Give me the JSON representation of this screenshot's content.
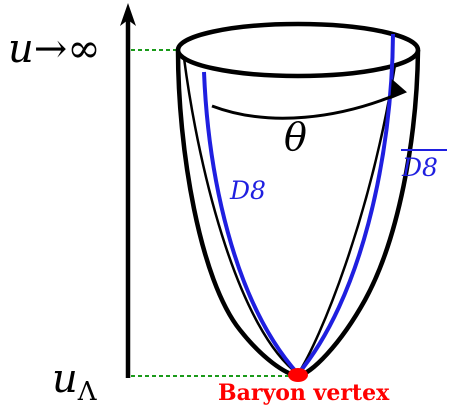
{
  "labels": {
    "u_infinity": "u→∞",
    "u_lambda": "uΛ",
    "theta": "θ",
    "d8": "D8",
    "d8_bar": "D8",
    "baryon_vertex": "Baryon vertex"
  },
  "colors": {
    "axis": "#000000",
    "cup_outline": "#000000",
    "brane": "#1f1fe0",
    "guide_lines": "#1a9a1a",
    "baryon_vertex": "#ff0000",
    "background": "#ffffff"
  }
}
